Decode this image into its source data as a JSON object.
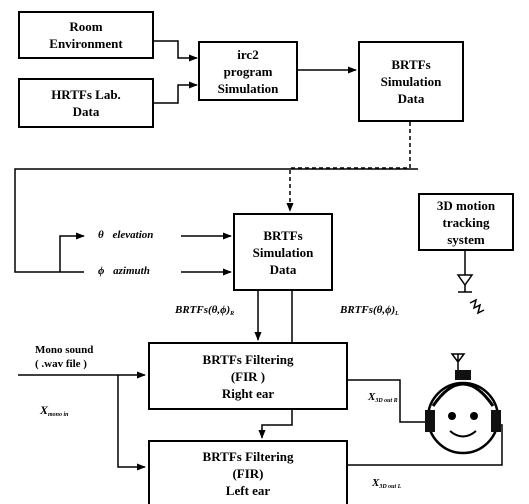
{
  "boxes": {
    "room": [
      "Room",
      "Environment"
    ],
    "hrtfs": [
      "HRTFs Lab.",
      "Data"
    ],
    "irc2": [
      "irc2",
      "program",
      "Simulation"
    ],
    "brtfs_top": [
      "BRTFs",
      "Simulation",
      "Data"
    ],
    "brtfs_mid": [
      "BRTFs",
      "Simulation",
      "Data"
    ],
    "tracking": [
      "3D motion",
      "tracking",
      "system"
    ],
    "filter_right": [
      "BRTFs Filtering",
      "(FIR )",
      "Right ear"
    ],
    "filter_left": [
      "BRTFs Filtering",
      "(FIR)",
      "Left ear"
    ]
  },
  "labels": {
    "theta_symbol": "θ",
    "elevation": "elevation",
    "phi_symbol": "ϕ",
    "azimuth": "azimuth",
    "brtf_r_main": "BRTFs(θ,ϕ)",
    "brtf_r_sub": "R",
    "brtf_l_main": "BRTFs(θ,ϕ)",
    "brtf_l_sub": "L",
    "mono_line1": "Mono sound",
    "mono_line2": "( .wav file )",
    "x_mono_main": "X",
    "x_mono_sub": "mono in",
    "x3d_r_main": "X",
    "x3d_r_sub": "3D out R",
    "x3d_l_main": "X",
    "x3d_l_sub": "3D out L"
  }
}
